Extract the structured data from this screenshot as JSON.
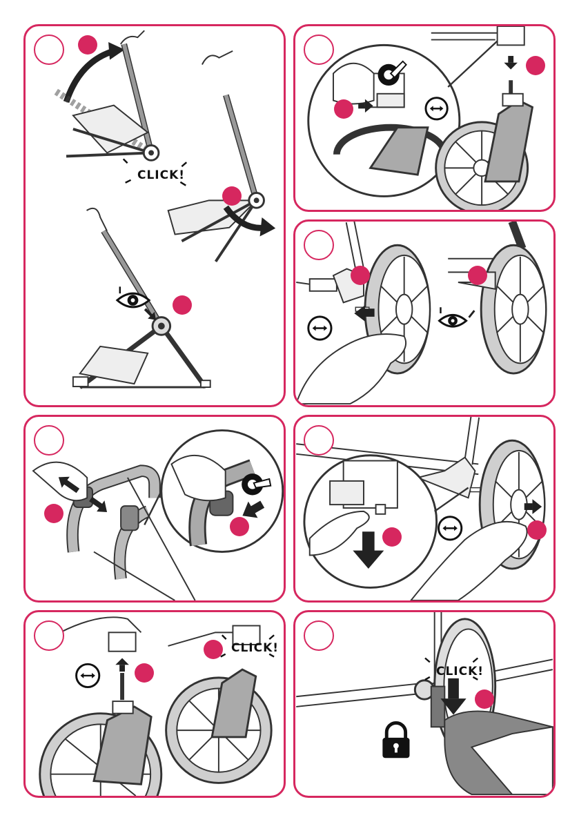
{
  "click_labels": {
    "panel1": "CLICK!",
    "panel7": "CLICK!",
    "panel8": "CLICK!"
  },
  "colors": {
    "accent": "#d6275f",
    "frame_gray": "#9a9a9a",
    "wheel_gray": "#cfcfcf",
    "ink": "#111111"
  },
  "icons": [
    "rotate-icon",
    "eye-icon",
    "lock-icon",
    "arrow-icon",
    "press-button-icon"
  ]
}
